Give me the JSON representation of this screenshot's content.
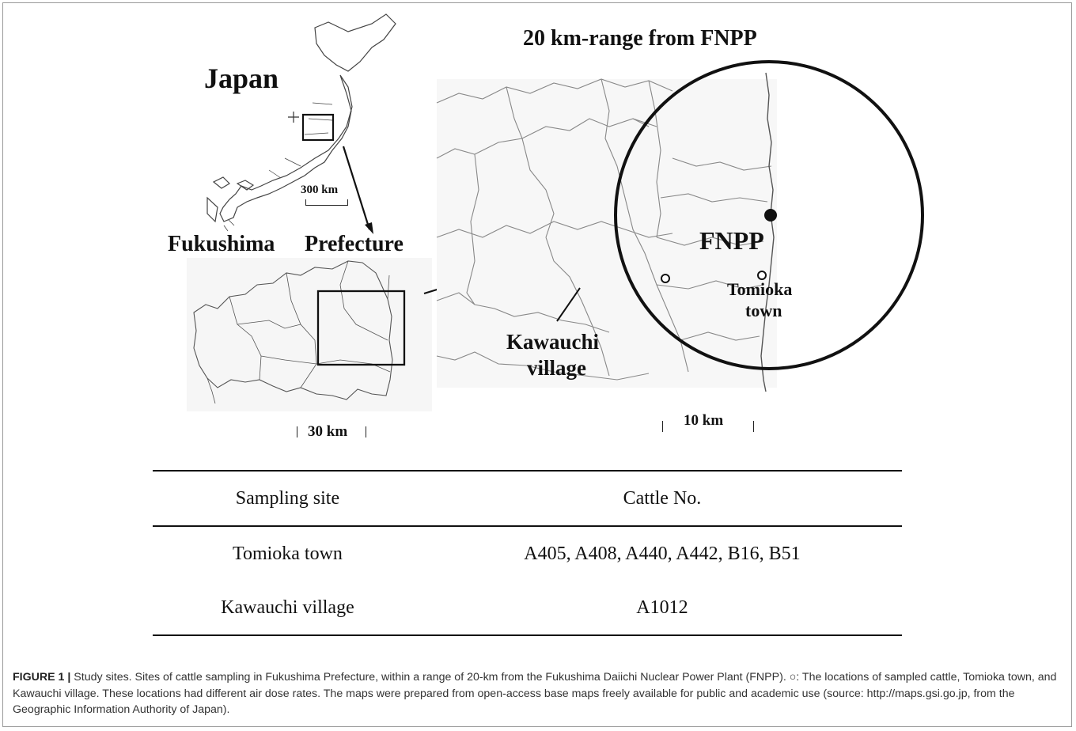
{
  "map": {
    "japan_label": "Japan",
    "japan_scale": "300 km",
    "fukushima_label": "Fukushima",
    "prefecture_label": "Prefecture",
    "fukushima_scale": "30 km",
    "detail_title": "20 km-range from FNPP",
    "fnpp_label": "FNPP",
    "tomioka_label_line1": "Tomioka",
    "tomioka_label_line2": "town",
    "kawauchi_label_line1": "Kawauchi",
    "kawauchi_label_line2": "village",
    "detail_scale": "10 km"
  },
  "table": {
    "headers": [
      "Sampling site",
      "Cattle No."
    ],
    "rows": [
      [
        "Tomioka town",
        "A405, A408, A440, A442, B16, B51"
      ],
      [
        "Kawauchi village",
        "A1012"
      ]
    ]
  },
  "caption": {
    "figure_label": "FIGURE 1 |",
    "text": " Study sites. Sites of cattle sampling in Fukushima Prefecture, within a range of 20-km from the Fukushima Daiichi Nuclear Power Plant (FNPP). ○: The locations of sampled cattle, Tomioka town, and Kawauchi village. These locations had different air dose rates. The maps were prepared from open-access base maps freely available for public and academic use (source: http://maps.gsi.go.jp, from the Geographic Information Authority of Japan)."
  }
}
